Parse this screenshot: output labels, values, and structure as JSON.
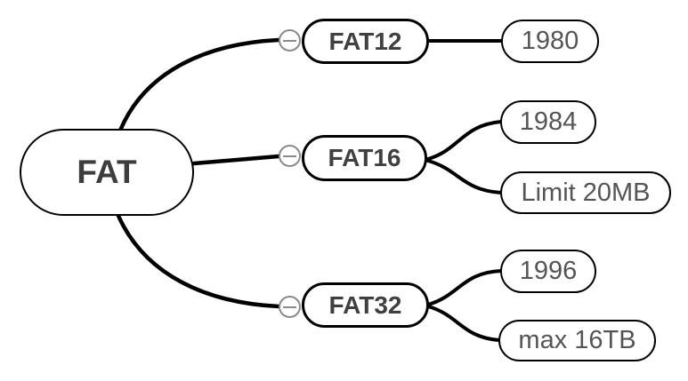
{
  "diagram": {
    "type": "mindmap",
    "root": {
      "label": "FAT"
    },
    "branches": [
      {
        "label": "FAT12",
        "collapse_icon": "minus-circle",
        "children": [
          {
            "label": "1980"
          }
        ]
      },
      {
        "label": "FAT16",
        "collapse_icon": "minus-circle",
        "children": [
          {
            "label": "1984"
          },
          {
            "label": "Limit 20MB"
          }
        ]
      },
      {
        "label": "FAT32",
        "collapse_icon": "minus-circle",
        "children": [
          {
            "label": "1996"
          },
          {
            "label": "max 16TB"
          }
        ]
      }
    ],
    "colors": {
      "node_fill": "#ffffff",
      "node_border": "#000000",
      "root_text": "#3d3d3d",
      "branch_text": "#404040",
      "leaf_text": "#555555",
      "collapse_icon": "#8a8a8a",
      "edge": "#000000"
    }
  }
}
